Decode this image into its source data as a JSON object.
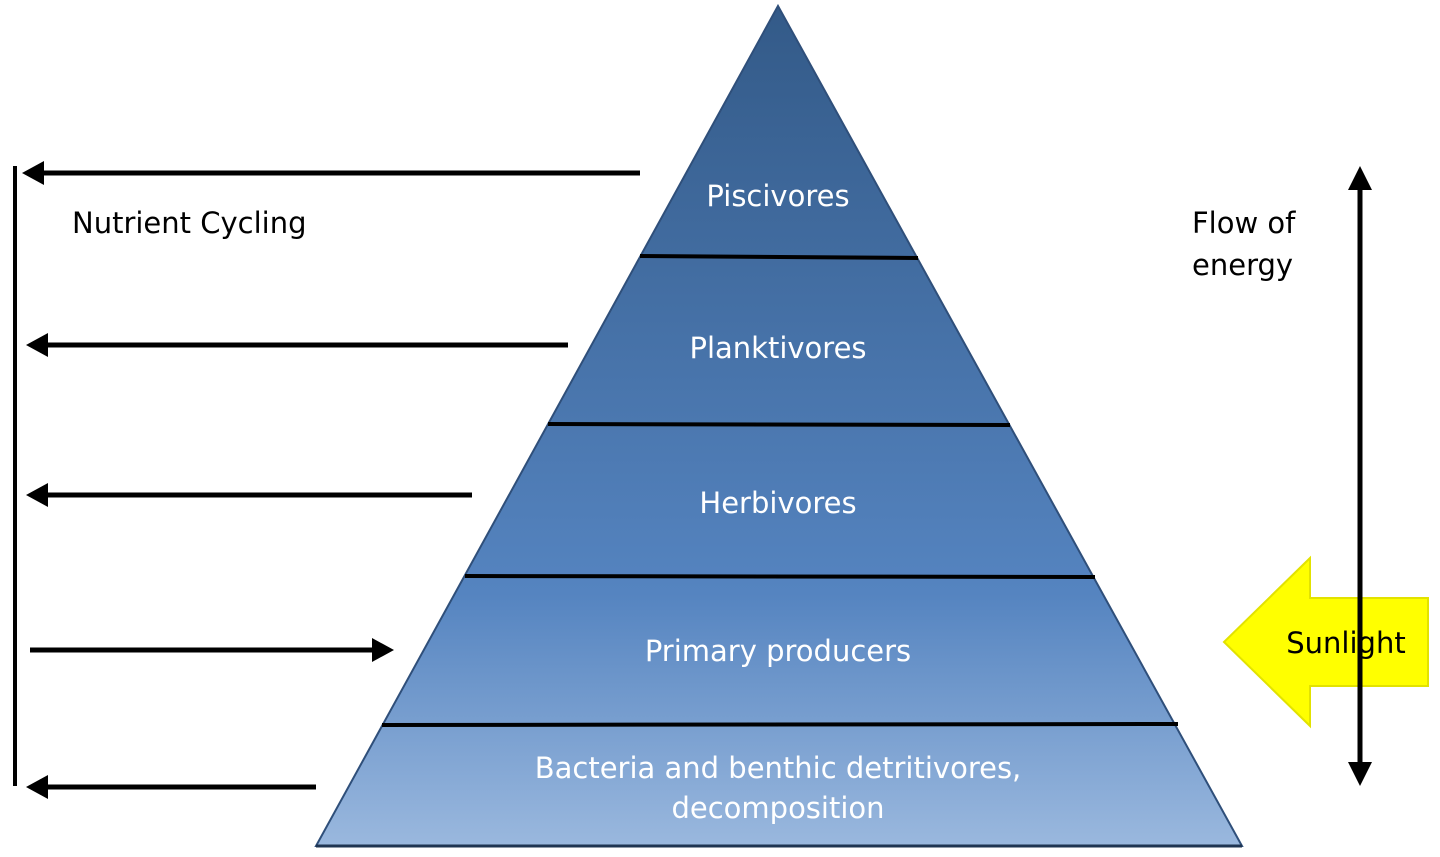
{
  "diagram": {
    "tiers": [
      {
        "label": "Piscivores"
      },
      {
        "label": "Planktivores"
      },
      {
        "label": "Herbivores"
      },
      {
        "label": "Primary producers"
      },
      {
        "label_line1": "Bacteria and benthic detritivores,",
        "label_line2": "decomposition"
      }
    ],
    "nutrient_cycling": {
      "label": "Nutrient Cycling"
    },
    "energy": {
      "label_line1": "Flow of",
      "label_line2": "energy"
    },
    "sunlight": {
      "label": "Sunlight"
    },
    "colors": {
      "tier_top": "#335a88",
      "tier_bottom": "#98b6dd",
      "divider": "#000000",
      "sunlight_arrow": "#ffff00",
      "arrows": "#000000"
    }
  }
}
